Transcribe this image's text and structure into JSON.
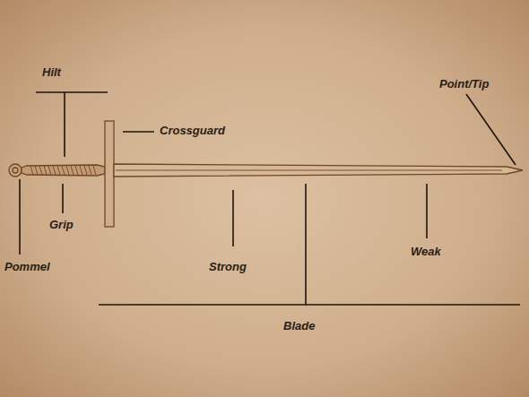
{
  "diagram": {
    "labels": [
      "Hilt",
      "Crossguard",
      "Point/Tip",
      "Grip",
      "Pommel",
      "Strong",
      "Weak",
      "Blade"
    ]
  }
}
